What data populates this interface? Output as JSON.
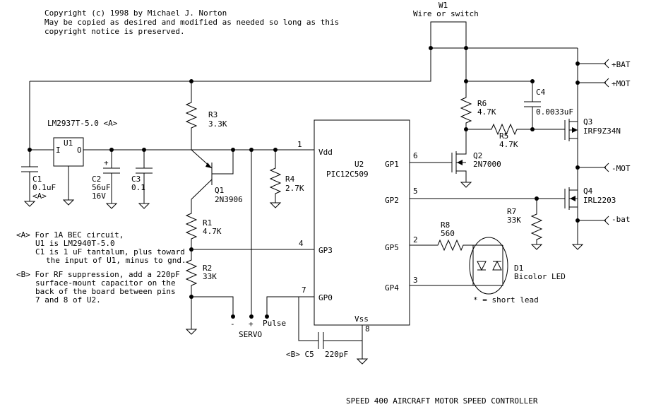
{
  "copyright": [
    "Copyright (c) 1998 by Michael J. Norton",
    "May be copied as desired and modified as needed so long as this",
    "copyright notice is preserved."
  ],
  "title": "SPEED 400 AIRCRAFT MOTOR SPEED CONTROLLER",
  "notes": {
    "a": [
      "<A> For 1A BEC circuit,",
      "U1 is LM2940T-5.0",
      "C1 is 1 uF tantalum, plus toward",
      "the input of U1, minus to gnd."
    ],
    "b": [
      "<B> For RF suppression, add a 220pF",
      "surface-mount capacitor on the",
      "back of the board between pins",
      "7 and 8 of U2."
    ]
  },
  "w1": {
    "ref": "W1",
    "desc": "Wire or switch"
  },
  "terminals": {
    "bat_pos": "+BAT",
    "mot_pos": "+MOT",
    "mot_neg": "-MOT",
    "bat_neg": "-bat"
  },
  "u1": {
    "ref": "U1",
    "part": "LM2937T-5.0 <A>",
    "pin_in": "I",
    "pin_out": "O"
  },
  "c1": {
    "ref": "C1",
    "value": "0.1uF",
    "note": "<A>"
  },
  "c2": {
    "ref": "C2",
    "value": "56uF",
    "rating": "16V",
    "plus": "+"
  },
  "c3": {
    "ref": "C3",
    "value": "0.1"
  },
  "r3": {
    "ref": "R3",
    "value": "3.3K"
  },
  "q1": {
    "ref": "Q1",
    "part": "2N3906"
  },
  "r1": {
    "ref": "R1",
    "value": "4.7K"
  },
  "r2": {
    "ref": "R2",
    "value": "33K"
  },
  "r4": {
    "ref": "R4",
    "value": "2.7K"
  },
  "servo": {
    "label": "SERVO",
    "minus": "-",
    "plus": "+",
    "pulse": "Pulse"
  },
  "c5": {
    "ref": "<B> C5",
    "value": "220pF"
  },
  "u2": {
    "ref": "U2",
    "part": "PIC12C509",
    "pins": {
      "vdd": {
        "num": "1",
        "name": "Vdd"
      },
      "gp3": {
        "num": "4",
        "name": "GP3"
      },
      "gp0": {
        "num": "7",
        "name": "GP0"
      },
      "vss": {
        "num": "8",
        "name": "Vss"
      },
      "gp1": {
        "num": "6",
        "name": "GP1"
      },
      "gp2": {
        "num": "5",
        "name": "GP2"
      },
      "gp5": {
        "num": "2",
        "name": "GP5"
      },
      "gp4": {
        "num": "3",
        "name": "GP4"
      }
    }
  },
  "r6": {
    "ref": "R6",
    "value": "4.7K"
  },
  "c4": {
    "ref": "C4",
    "value": "0.0033uF"
  },
  "r5": {
    "ref": "R5",
    "value": "4.7K"
  },
  "q2": {
    "ref": "Q2",
    "part": "2N7000"
  },
  "q3": {
    "ref": "Q3",
    "part": "IRF9Z34N"
  },
  "q4": {
    "ref": "Q4",
    "part": "IRL2203"
  },
  "r7": {
    "ref": "R7",
    "value": "33K"
  },
  "r8": {
    "ref": "R8",
    "value": "560"
  },
  "d1": {
    "ref": "D1",
    "part": "Bicolor LED",
    "note": "* = short lead"
  }
}
